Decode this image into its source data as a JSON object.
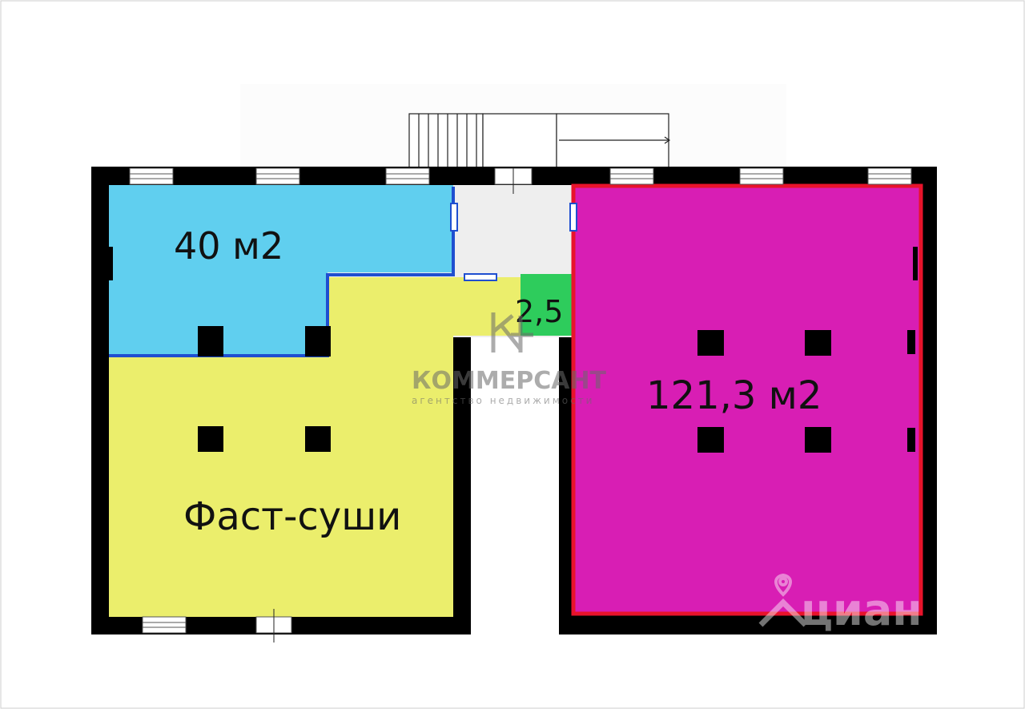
{
  "rooms": {
    "room_40": {
      "label": "40 м2",
      "color": "#60CFEF"
    },
    "fast_sushi": {
      "label": "Фаст-суши",
      "color": "#EBEE6C"
    },
    "room_small": {
      "label": "2,5",
      "color": "#2ECC5C"
    },
    "room_121": {
      "label": "121,3 м2",
      "color": "#D81EB4"
    }
  },
  "watermark": {
    "brand": "КОММЕРСАНТ",
    "tagline": "агентство недвижимости",
    "cian": "циан",
    "color": "#7a7a7a"
  },
  "colors": {
    "wall": "#000000",
    "corridor": "#EEEEEE",
    "outline_40": "#1F4FD0",
    "outline_121": "#E8132B"
  }
}
